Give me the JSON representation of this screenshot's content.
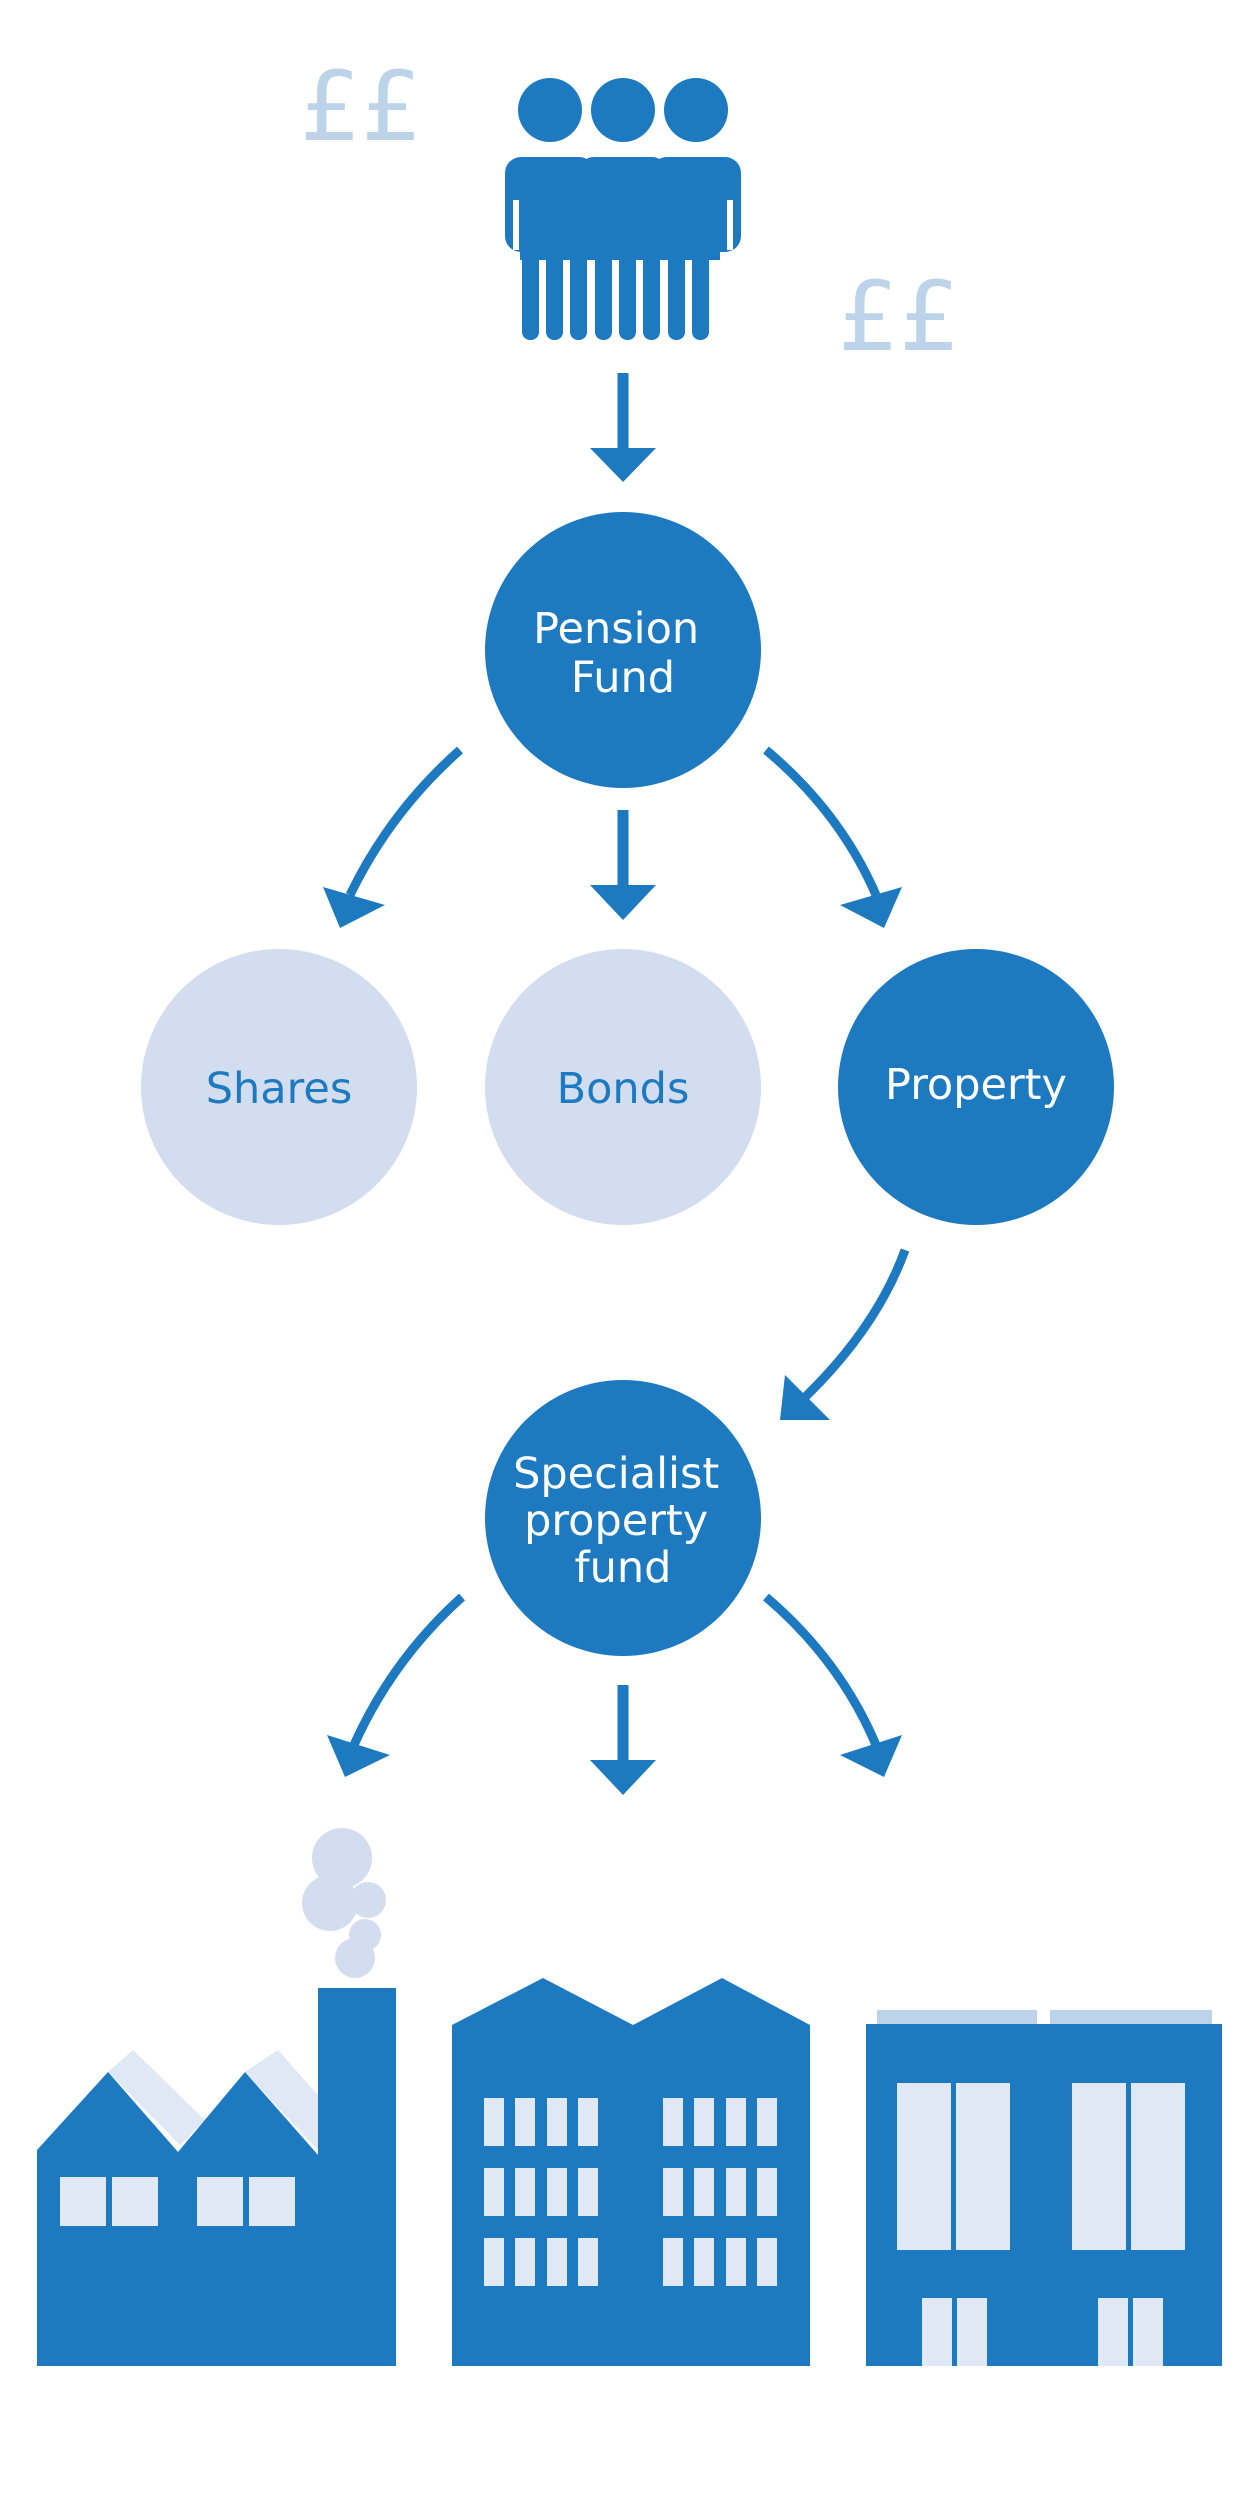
{
  "colors": {
    "primary": "#1e7ac0",
    "light_node": "#d2ddef",
    "pale": "#bcd3ea",
    "window": "#dfe8f4",
    "background": "#ffffff"
  },
  "currency_symbols": [
    "££",
    "££"
  ],
  "nodes": {
    "pension_fund": [
      "Pension",
      "Fund"
    ],
    "shares": "Shares",
    "bonds": "Bonds",
    "property": "Property",
    "specialist_fund": [
      "Specialist",
      "property",
      "fund"
    ]
  },
  "icons": [
    "people-group-icon",
    "factory-icon",
    "office-block-icon",
    "modern-building-icon",
    "down-arrow-icon",
    "curved-arrow-icon"
  ]
}
